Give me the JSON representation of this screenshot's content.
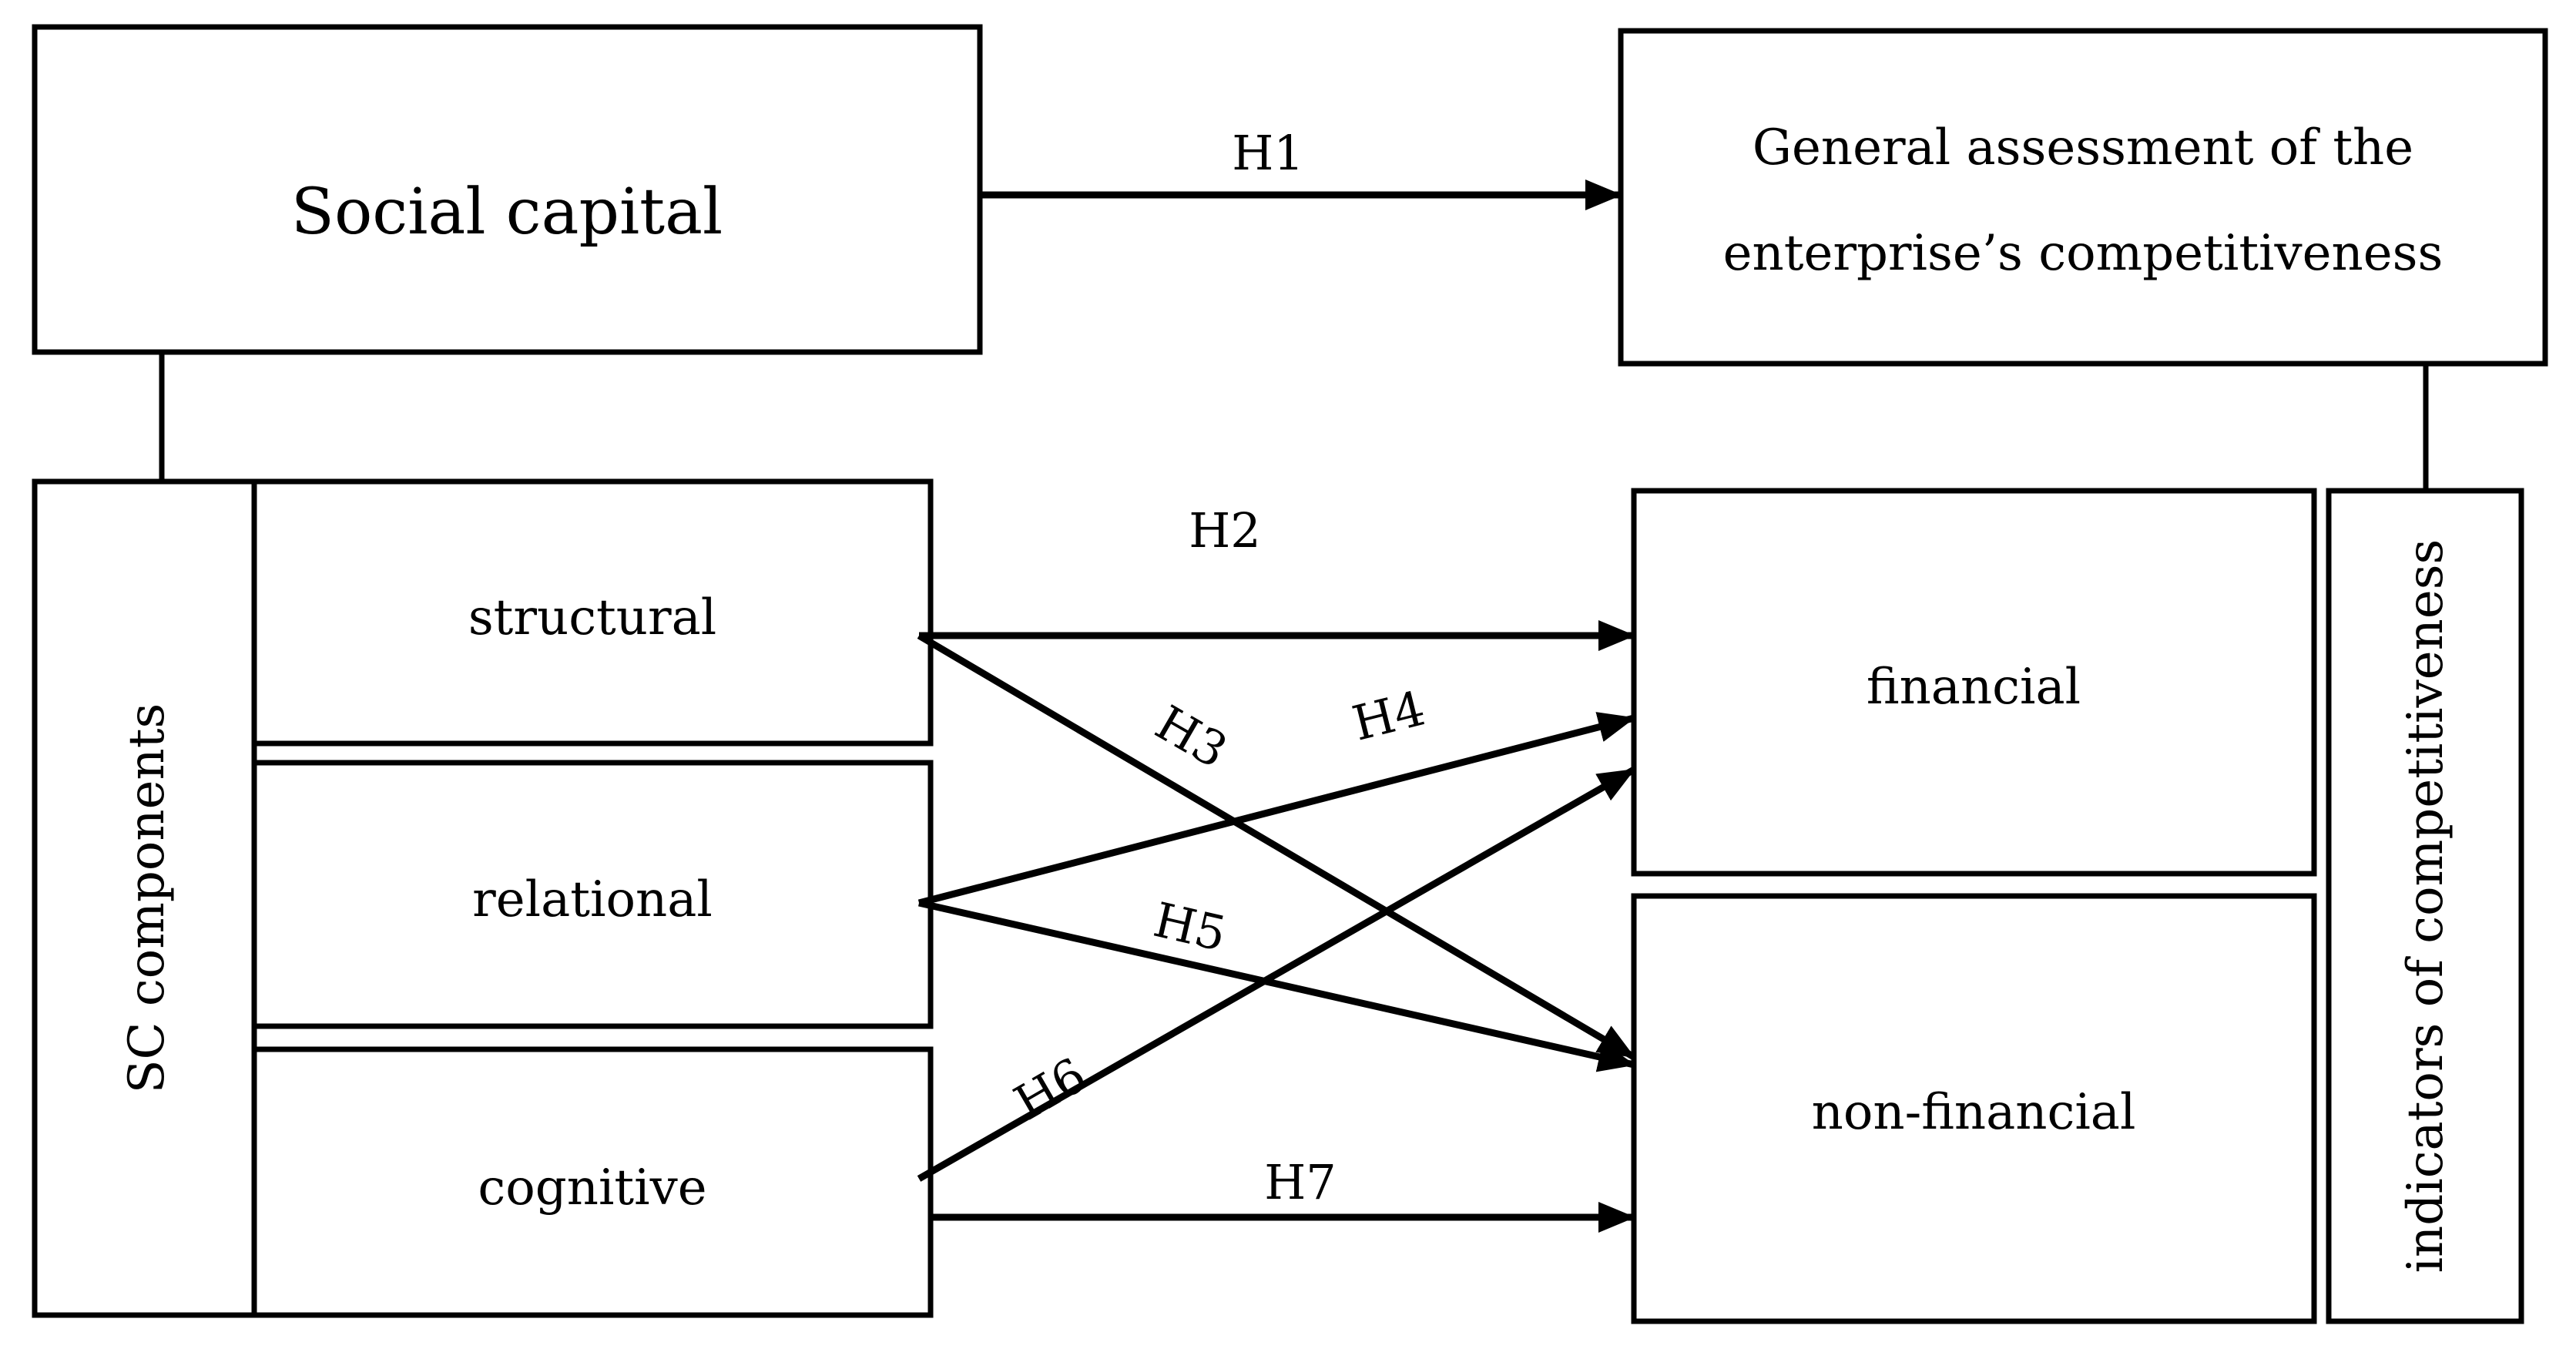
{
  "nodes": {
    "social_capital": "Social capital",
    "assessment_line1": "General assessment of the",
    "assessment_line2": "enterprise’s competitiveness",
    "sc_components": "SC components",
    "structural": "structural",
    "relational": "relational",
    "cognitive": "cognitive",
    "financial": "financial",
    "non_financial": "non-financial",
    "indicators": "indicators of competitiveness"
  },
  "hypotheses": {
    "h1": "H1",
    "h2": "H2",
    "h3": "H3",
    "h4": "H4",
    "h5": "H5",
    "h6": "H6",
    "h7": "H7"
  }
}
